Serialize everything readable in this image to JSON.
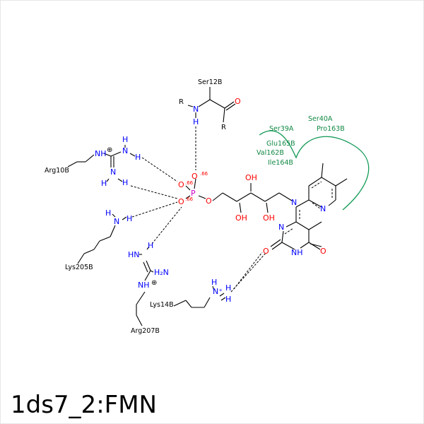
{
  "title": "1ds7_2:FMN",
  "residues": {
    "ser12b": "Ser12B",
    "arg10b": "Arg10B",
    "lys205b": "Lys205B",
    "arg207b": "Arg207B",
    "lys14b": "Lys14B"
  },
  "hydrophobic": {
    "ser40a": "Ser40A",
    "pro163b": "Pro163B",
    "ser39a": "Ser39A",
    "glu165b": "Glu165B",
    "val162b": "Val162B",
    "ile164b": "Ile164B"
  },
  "charges": {
    "o1": ".66",
    "o2": ".66",
    "o3": ".66"
  },
  "atoms": {
    "r": "R",
    "n": "N",
    "h": "H",
    "o": "O",
    "p": "P",
    "oh": "OH",
    "nh": "NH",
    "nh2": "NH",
    "hn": "HN",
    "h2n": "H₂N",
    "plus": "⊕",
    "nplus": "N⁺"
  },
  "colors": {
    "nitrogen": "#0000ff",
    "oxygen": "#ff0000",
    "phosphorus": "#cc00cc",
    "hydrophobic": "#119955"
  }
}
